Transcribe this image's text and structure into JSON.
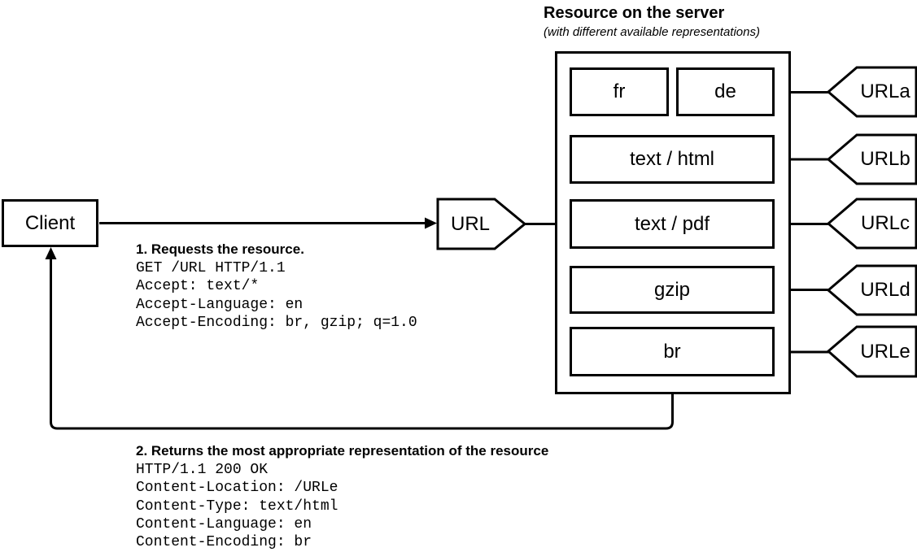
{
  "title": {
    "heading": "Resource on the server",
    "subheading": "(with different available representations)"
  },
  "client": {
    "label": "Client"
  },
  "url_node": {
    "label": "URL"
  },
  "request": {
    "step_label": "1. Requests the resource.",
    "lines": [
      "GET /URL HTTP/1.1",
      "Accept: text/*",
      "Accept-Language: en",
      "Accept-Encoding: br, gzip; q=1.0"
    ]
  },
  "response": {
    "step_label": "2. Returns the most appropriate representation of the resource",
    "lines": [
      "HTTP/1.1 200 OK",
      "Content-Location: /URLe",
      "Content-Type: text/html",
      "Content-Language: en",
      "Content-Encoding: br"
    ]
  },
  "server": {
    "rows": [
      {
        "boxes": [
          "fr",
          "de"
        ],
        "url": "URLa"
      },
      {
        "boxes": [
          "text / html"
        ],
        "url": "URLb"
      },
      {
        "boxes": [
          "text / pdf"
        ],
        "url": "URLc"
      },
      {
        "boxes": [
          "gzip"
        ],
        "url": "URLd"
      },
      {
        "boxes": [
          "br"
        ],
        "url": "URLe"
      }
    ]
  },
  "colors": {
    "stroke": "#000000",
    "background": "#ffffff",
    "text": "#000000"
  }
}
